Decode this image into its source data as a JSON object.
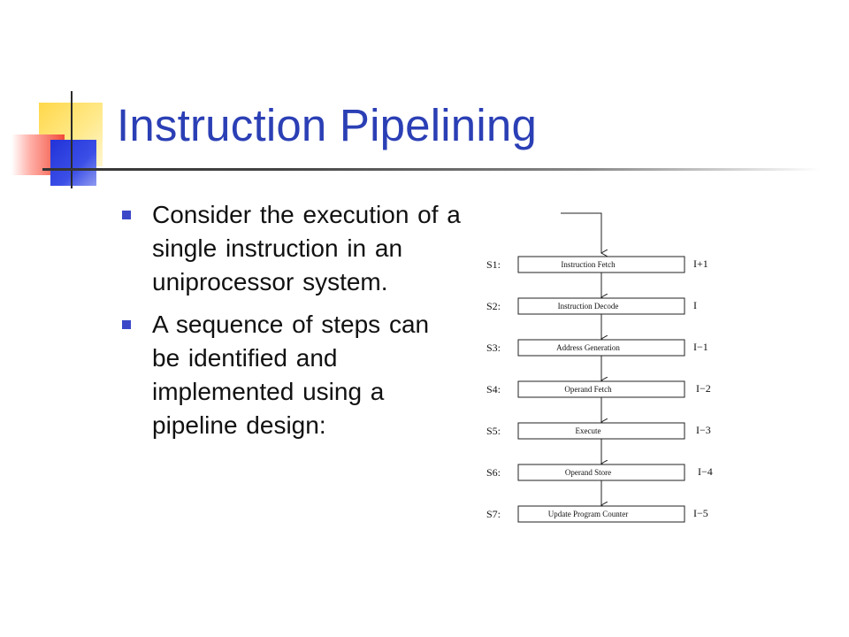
{
  "slide": {
    "title": "Instruction Pipelining",
    "accent_color": "#2b3fb5"
  },
  "bullets": [
    {
      "text": "Consider the execution of a single instruction in an uniprocessor system."
    },
    {
      "text": "A sequence of steps can be identified and implemented using a pipeline design:"
    }
  ],
  "pipeline": {
    "stages": [
      {
        "stage": "S1:",
        "step": "Instruction Fetch",
        "instruction": "I+1"
      },
      {
        "stage": "S2:",
        "step": "Instruction Decode",
        "instruction": "I"
      },
      {
        "stage": "S3:",
        "step": "Address Generation",
        "instruction": "I−1"
      },
      {
        "stage": "S4:",
        "step": "Operand Fetch",
        "instruction": "I−2"
      },
      {
        "stage": "S5:",
        "step": "Execute",
        "instruction": "I−3"
      },
      {
        "stage": "S6:",
        "step": "Operand Store",
        "instruction": "I−4"
      },
      {
        "stage": "S7:",
        "step": "Update Program Counter",
        "instruction": "I−5"
      }
    ]
  }
}
